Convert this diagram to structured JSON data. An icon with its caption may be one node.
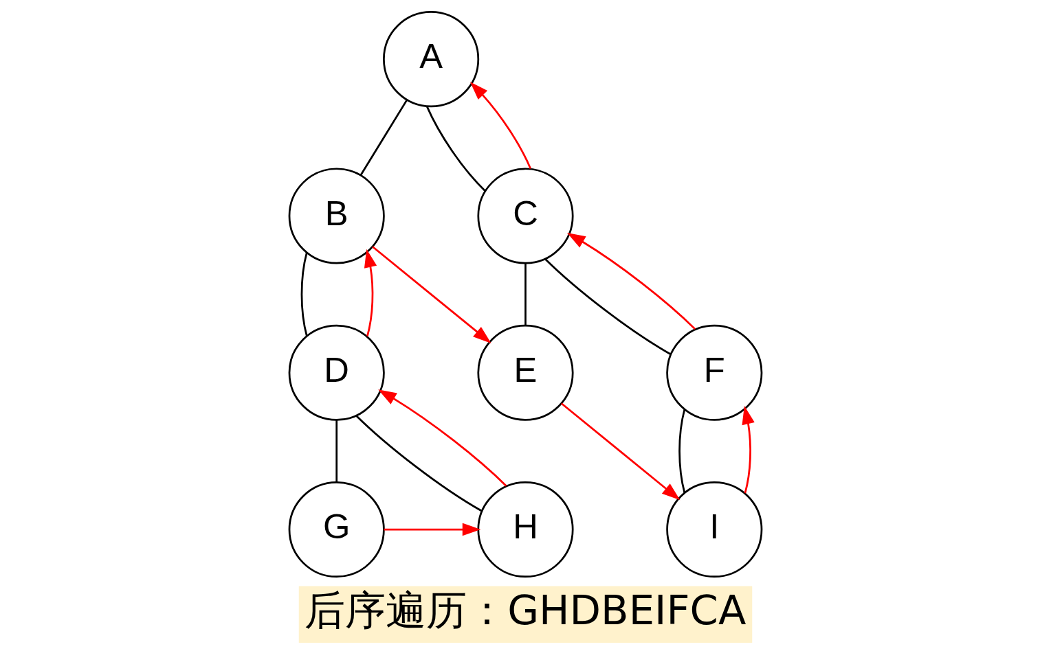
{
  "diagram": {
    "caption": "后序遍历：GHDBEIFCA",
    "nodes": [
      {
        "text": [
          "A"
        ]
      },
      {
        "text": [
          "B"
        ]
      },
      {
        "text": [
          "C"
        ]
      },
      {
        "text": [
          "D"
        ]
      },
      {
        "text": [
          "E"
        ]
      },
      {
        "text": [
          "F"
        ]
      },
      {
        "text": [
          "G"
        ]
      },
      {
        "text": [
          "H"
        ]
      },
      {
        "text": [
          "I"
        ]
      }
    ],
    "edges": [
      {
        "from": 0,
        "to": 1,
        "arrow": "none"
      },
      {
        "from": 0,
        "to": 2,
        "arrow": "none"
      },
      {
        "from": 1,
        "to": 3,
        "arrow": "none"
      },
      {
        "from": 2,
        "to": 4,
        "arrow": "none"
      },
      {
        "from": 2,
        "to": 5,
        "arrow": "none"
      },
      {
        "from": 3,
        "to": 6,
        "arrow": "none"
      },
      {
        "from": 3,
        "to": 7,
        "arrow": "none"
      },
      {
        "from": 5,
        "to": 8,
        "arrow": "none"
      },
      {
        "from": 6,
        "to": 7,
        "arrow": "to",
        "color": "#ff0000"
      },
      {
        "from": 7,
        "to": 3,
        "arrow": "to",
        "color": "#ff0000"
      },
      {
        "from": 3,
        "to": 1,
        "arrow": "to",
        "color": "#ff0000"
      },
      {
        "from": 1,
        "to": 4,
        "arrow": "to",
        "color": "#ff0000"
      },
      {
        "from": 4,
        "to": 8,
        "arrow": "to",
        "color": "#ff0000"
      },
      {
        "from": 8,
        "to": 5,
        "arrow": "to",
        "color": "#ff0000"
      },
      {
        "from": 5,
        "to": 2,
        "arrow": "to",
        "color": "#ff0000"
      },
      {
        "from": 2,
        "to": 0,
        "arrow": "to",
        "color": "#ff0000"
      }
    ]
  }
}
